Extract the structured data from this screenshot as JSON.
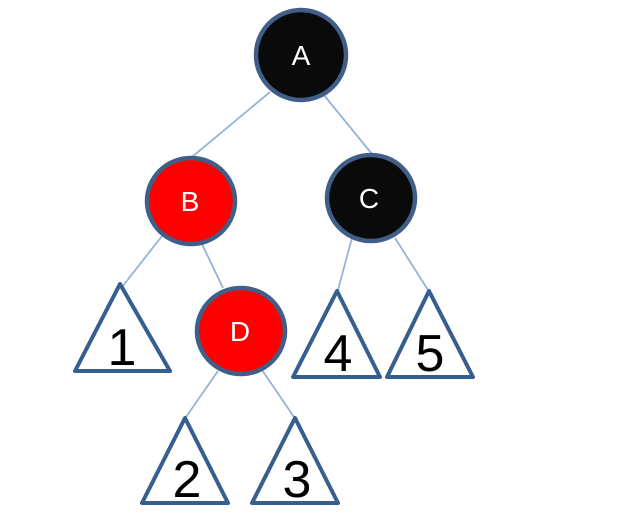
{
  "diagram": {
    "description": "Red-black tree diagram with internal nodes A, B, C, D and leaf subtree triangles 1-5",
    "nodes": {
      "A": {
        "label": "A",
        "fill": "black",
        "parent": null
      },
      "B": {
        "label": "B",
        "fill": "red",
        "parent": "A"
      },
      "C": {
        "label": "C",
        "fill": "black",
        "parent": "A"
      },
      "D": {
        "label": "D",
        "fill": "red",
        "parent": "B"
      }
    },
    "leaves": {
      "1": {
        "label": "1",
        "parent": "B"
      },
      "2": {
        "label": "2",
        "parent": "D"
      },
      "3": {
        "label": "3",
        "parent": "D"
      },
      "4": {
        "label": "4",
        "parent": "C"
      },
      "5": {
        "label": "5",
        "parent": "C"
      }
    },
    "edges": [
      {
        "from": "A",
        "to": "B"
      },
      {
        "from": "A",
        "to": "C"
      },
      {
        "from": "B",
        "to": "1"
      },
      {
        "from": "B",
        "to": "D"
      },
      {
        "from": "D",
        "to": "2"
      },
      {
        "from": "D",
        "to": "3"
      },
      {
        "from": "C",
        "to": "4"
      },
      {
        "from": "C",
        "to": "5"
      }
    ]
  },
  "colors": {
    "background": "#ffffff",
    "node_black": "#0a0a0a",
    "node_red": "#fe0000",
    "node_border": "#3f5e88",
    "node_text": "#ffffff",
    "edge_line": "#95b3d7",
    "triangle_border": "#365f91",
    "triangle_fill": "#ffffff",
    "triangle_text": "#000000"
  }
}
